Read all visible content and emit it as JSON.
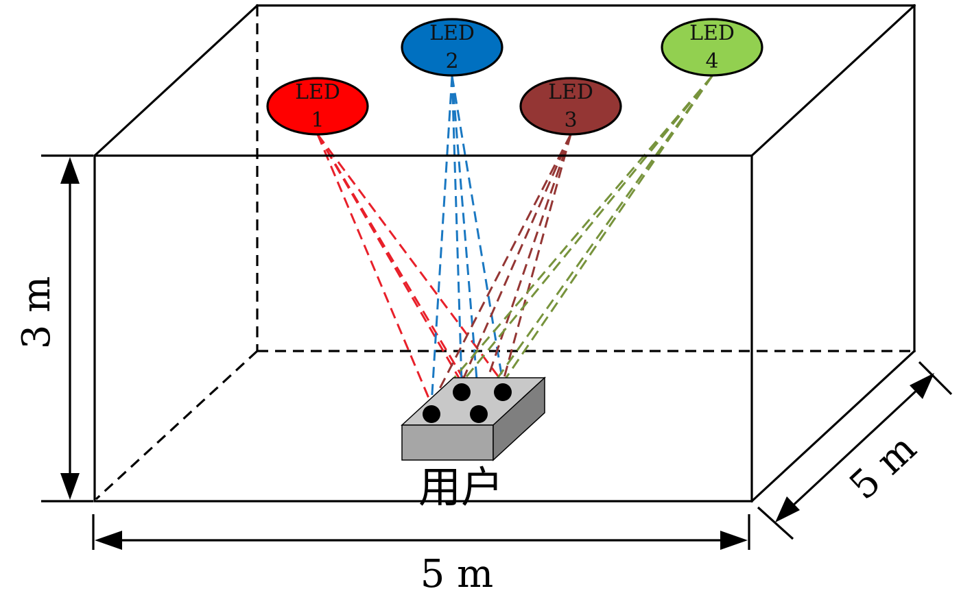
{
  "leds": [
    {
      "word": "LED",
      "number": "1",
      "color": "#ff0000"
    },
    {
      "word": "LED",
      "number": "2",
      "color": "#0070c0"
    },
    {
      "word": "LED",
      "number": "3",
      "color": "#943634"
    },
    {
      "word": "LED",
      "number": "4",
      "color": "#92d050"
    }
  ],
  "ray_colors": [
    "#e8202a",
    "#1a78c2",
    "#943634",
    "#77933c"
  ],
  "dimensions": {
    "height": "3 m",
    "width": "5 m",
    "depth": "5 m"
  },
  "receiver": {
    "label": "用户",
    "top_color": "#c8c8c8",
    "front_color": "#a6a6a6",
    "side_color": "#7f7f7f",
    "photodiode_count": 4
  }
}
